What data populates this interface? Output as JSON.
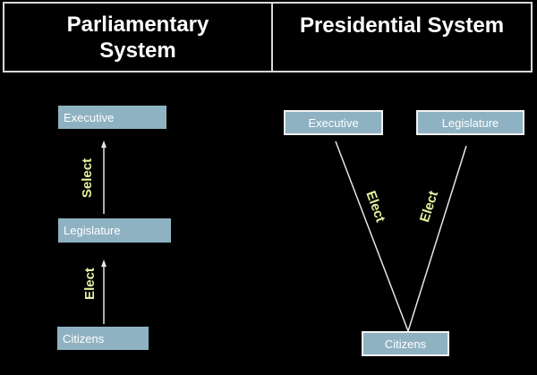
{
  "header": {
    "left_title_line1": "Parliamentary",
    "left_title_line2": "System",
    "right_title": "Presidential System"
  },
  "parliamentary": {
    "executive": "Executive",
    "legislature": "Legislature",
    "citizens": "Citizens",
    "arrow_upper": "Select",
    "arrow_lower": "Elect"
  },
  "presidential": {
    "executive": "Executive",
    "legislature": "Legislature",
    "citizens": "Citizens",
    "line_left": "Elect",
    "line_right": "Elect"
  },
  "colors": {
    "box_fill": "#8fb2c2",
    "label_text": "#e8f0a0",
    "line": "#e6e6e6"
  }
}
